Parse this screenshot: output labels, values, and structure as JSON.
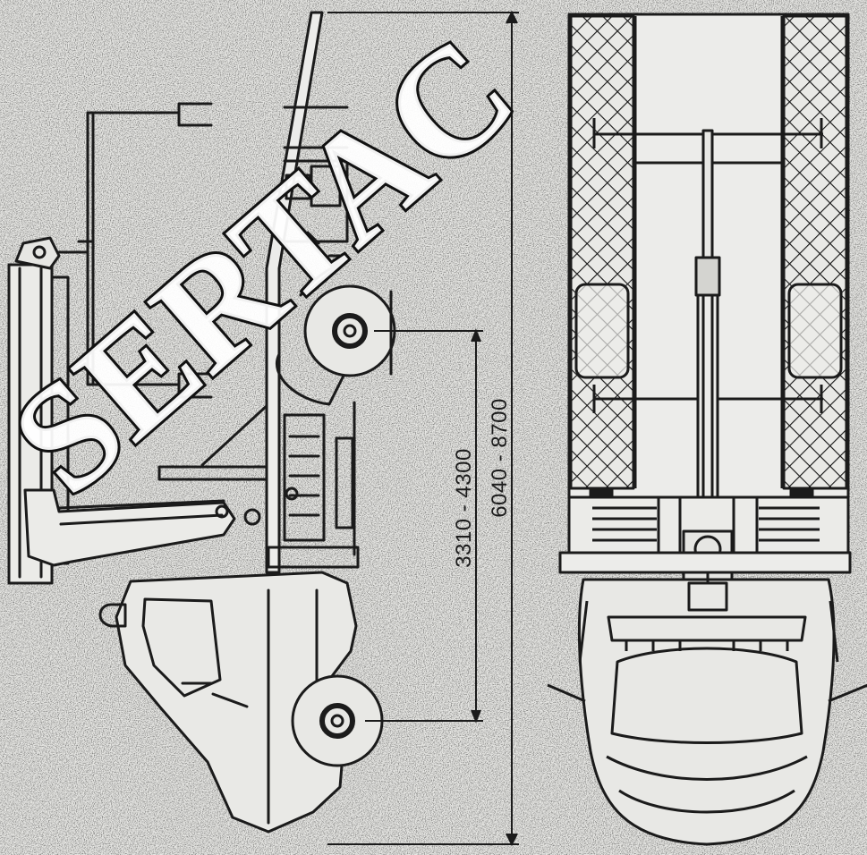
{
  "dimensions": {
    "wheelbase": "3310 - 4300",
    "overall_length": "6040 - 8700"
  },
  "watermark": {
    "text": "SERTAC"
  },
  "colors": {
    "paper": "#e6e6e3",
    "ink": "#1b1b1b",
    "watermark_fill": "#ffffff"
  }
}
